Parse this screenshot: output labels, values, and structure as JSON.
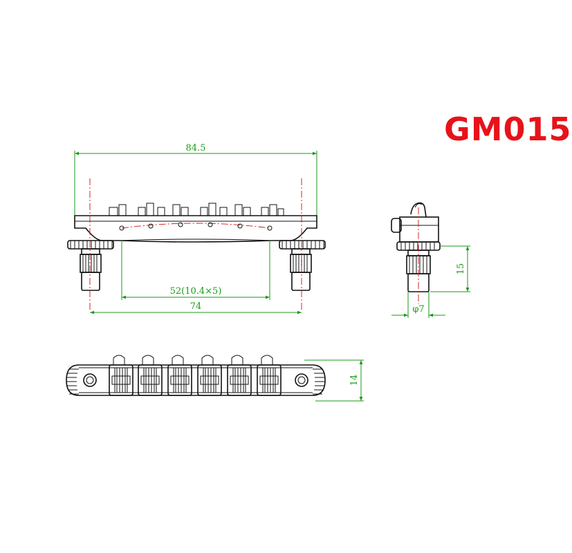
{
  "title": "GM015",
  "dimensions": {
    "overall_length": "84.5",
    "saddle_spacing": "52(10.4×5)",
    "post_spacing": "74",
    "post_height": "15",
    "post_diameter": "φ7",
    "base_width": "14"
  },
  "colors": {
    "title": "#e8121a",
    "dimension": "#1a9a1a",
    "centerline": "#d01010",
    "outline": "#111111"
  }
}
